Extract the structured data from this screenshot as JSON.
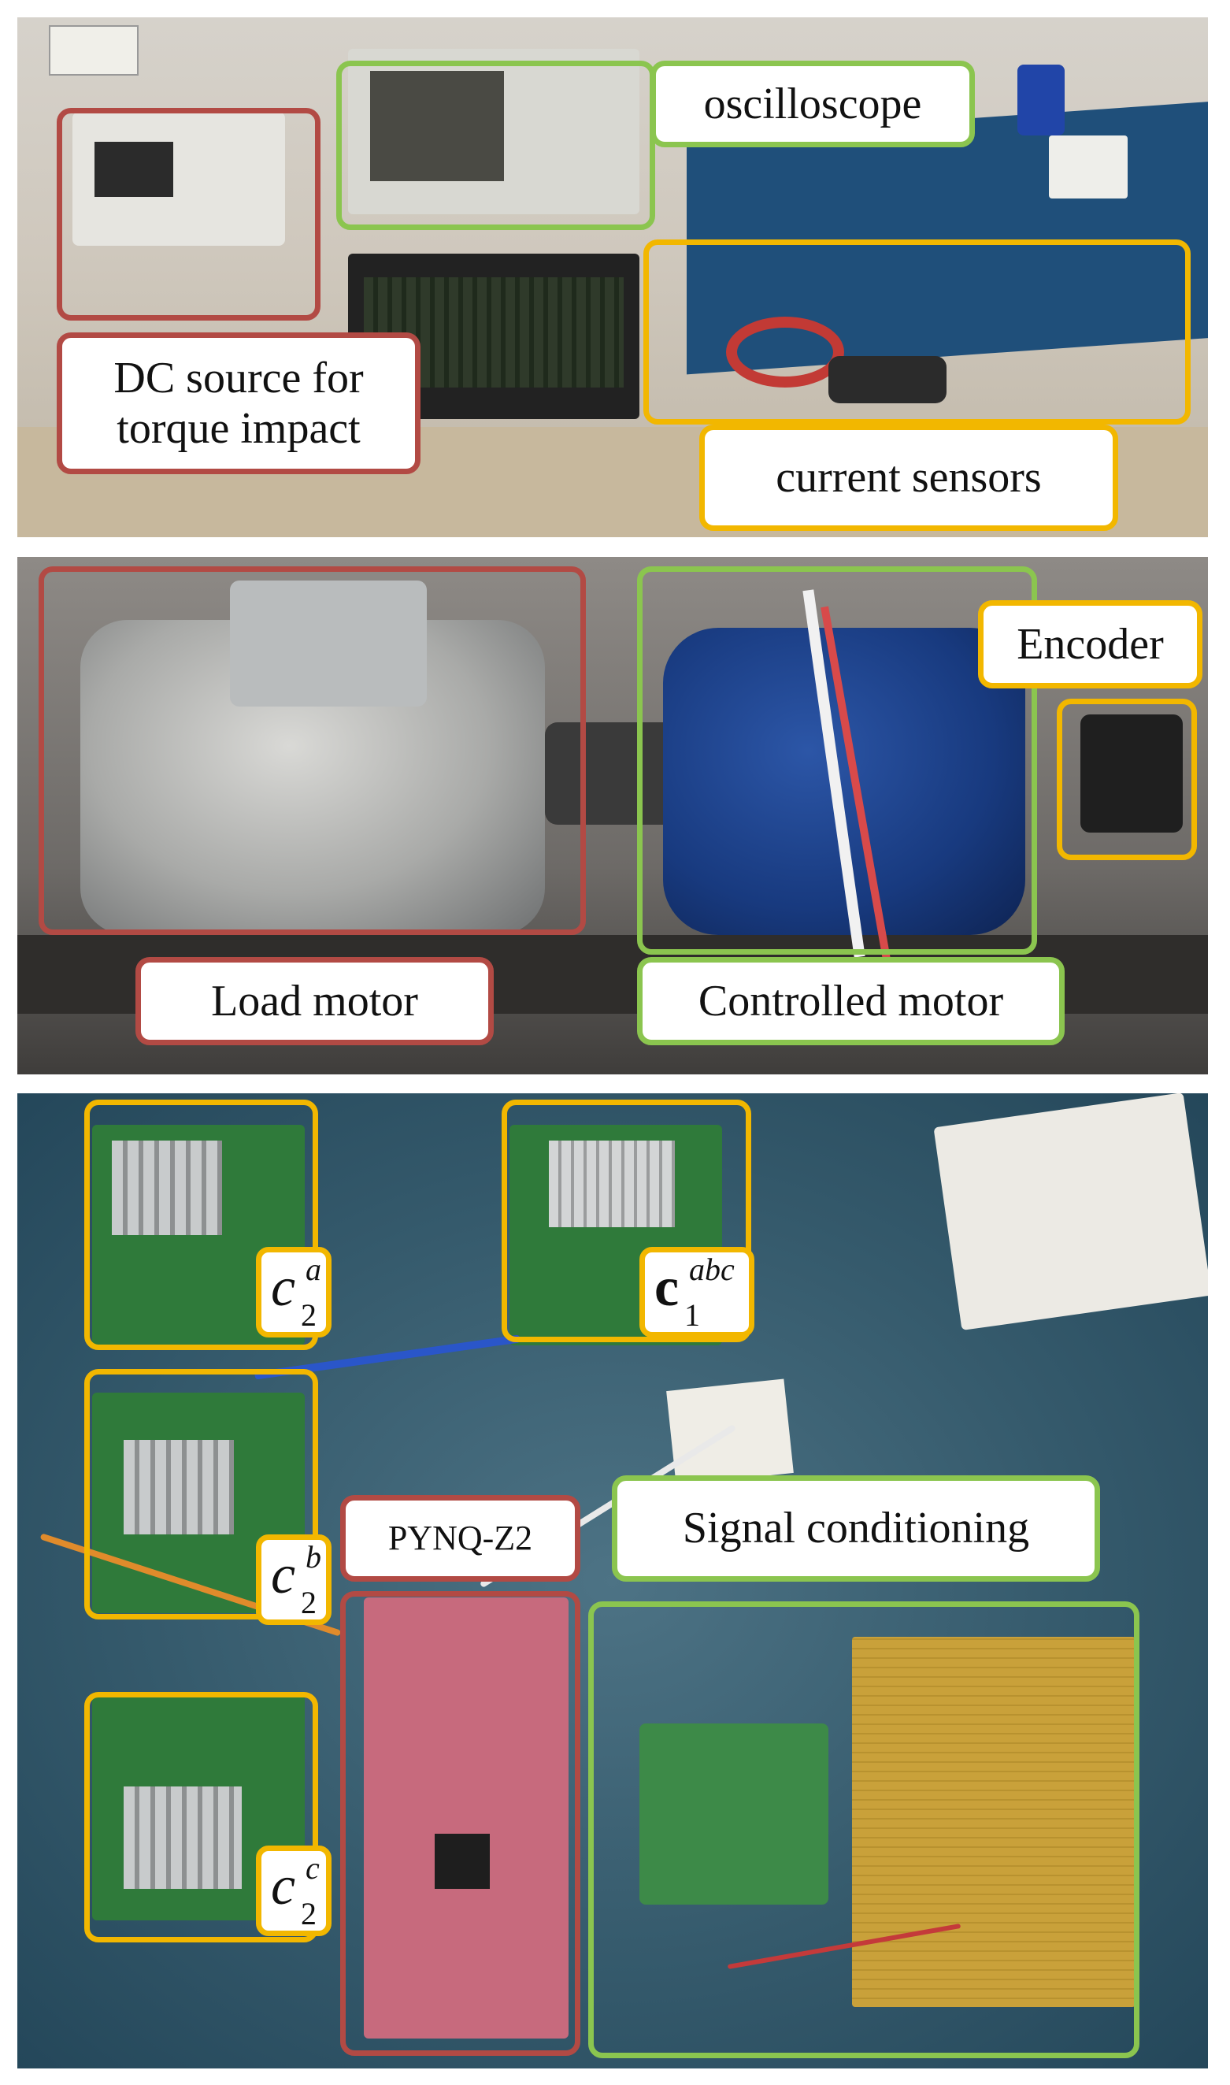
{
  "panels": {
    "top": {
      "labels": {
        "dc_source": "DC source for torque impact",
        "oscilloscope": "oscilloscope",
        "current_sensors": "current sensors"
      }
    },
    "middle": {
      "labels": {
        "load_motor": "Load motor",
        "controlled_motor": "Controlled motor",
        "encoder": "Encoder"
      }
    },
    "bottom": {
      "labels": {
        "pynq": "PYNQ-Z2",
        "signal_conditioning": "Signal conditioning"
      },
      "symbols": {
        "c2a": {
          "base": "c",
          "sup": "a",
          "sub": "2"
        },
        "c2b": {
          "base": "c",
          "sup": "b",
          "sub": "2"
        },
        "c2c": {
          "base": "c",
          "sup": "c",
          "sub": "2"
        },
        "c1abc": {
          "base": "c",
          "sup": "abc",
          "sub": "1"
        }
      }
    }
  },
  "colors": {
    "red": "#b24a44",
    "green": "#8bc54f",
    "yellow": "#f2b700"
  }
}
